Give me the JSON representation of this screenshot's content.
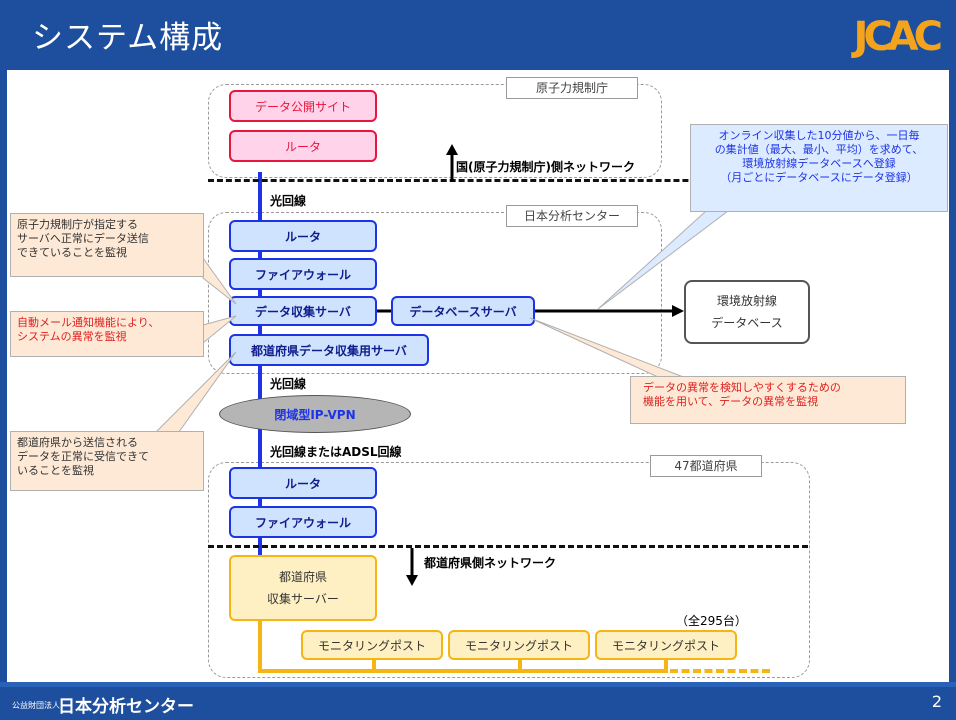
{
  "header": {
    "title": "システム構成",
    "logo": "JCAC"
  },
  "groups": {
    "nra": "原子力規制庁",
    "jcac": "日本分析センター",
    "pref47": "47都道府県"
  },
  "nodes": {
    "public_site": "データ公開サイト",
    "router_top": "ルータ",
    "router_mid": "ルータ",
    "firewall_mid": "ファイアウォール",
    "collect_server": "データ収集サーバ",
    "db_server": "データベースサーバ",
    "pref_collect_server": "都道府県データ収集用サーバ",
    "vpn": "閉域型IP-VPN",
    "router_bottom": "ルータ",
    "firewall_bottom": "ファイアウォール",
    "pref_server_line1": "都道府県",
    "pref_server_line2": "収集サーバー",
    "monitor_post": "モニタリングポスト",
    "env_db_line1": "環境放射線",
    "env_db_line2": "データベース"
  },
  "labels": {
    "nra_network": "国(原子力規制庁)側ネットワーク",
    "fiber1": "光回線",
    "fiber2": "光回線",
    "fiber_adsl": "光回線またはADSL回線",
    "pref_network": "都道府県側ネットワーク",
    "total_count": "（全295台）"
  },
  "callouts": {
    "monitor_send": [
      "原子力規制庁が指定する",
      "サーバへ正常にデータ送信",
      "できていることを監視"
    ],
    "mail_notify": [
      "自動メール通知機能により、",
      "システムの異常を監視"
    ],
    "pref_receive": [
      "都道府県から送信される",
      "データを正常に受信できて",
      "いることを監視"
    ],
    "online_collect": [
      "オンライン収集した10分値から、一日毎",
      "の集計値（最大、最小、平均）を求めて、",
      "環境放射線データベースへ登録",
      "（月ごとにデータベースにデータ登録）"
    ],
    "anomaly_detect": [
      "データの異常を検知しやすくするための",
      "機能を用いて、データの異常を監視"
    ]
  },
  "footer": {
    "org_prefix": "公益財団法人",
    "org": "日本分析センター",
    "page": "2"
  },
  "colors": {
    "header": "#1e4f9e",
    "accent_logo": "#f4a41c",
    "pink_border": "#e8163c",
    "blue_border": "#1d33e6",
    "yellow_border": "#f5b515"
  }
}
